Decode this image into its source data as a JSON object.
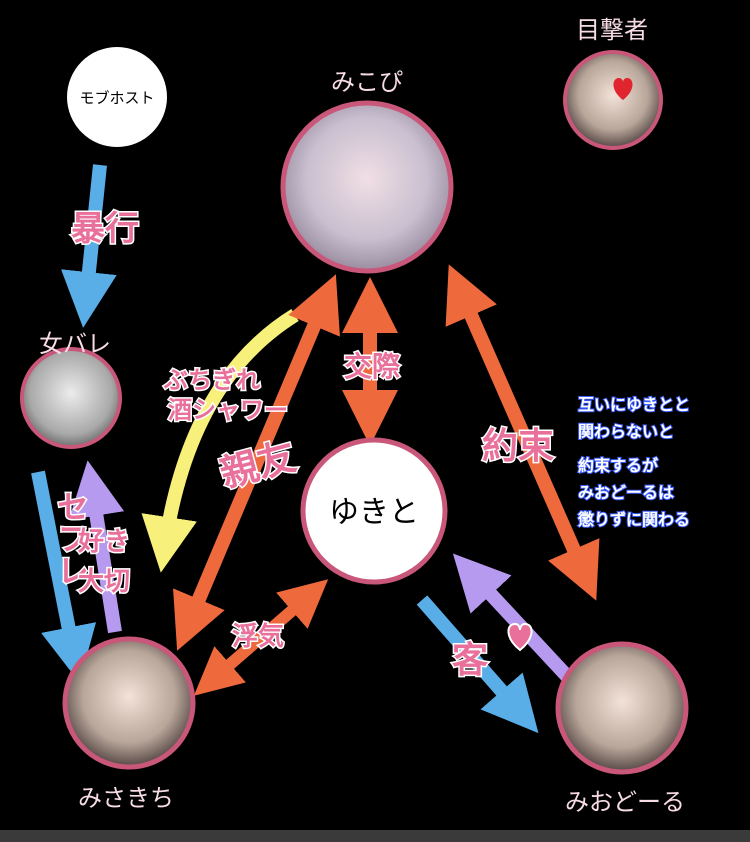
{
  "nodes": {
    "mob_host": "モブホスト",
    "mikopi": "みこぴ",
    "witness": "目撃者",
    "onnabare": "女バレ",
    "yukito": "ゆきと",
    "misakichi": "みさきち",
    "miodoru": "みおどーる"
  },
  "relations": {
    "assault": "暴行",
    "sefure": "セフレ",
    "suki": "好き",
    "taisetsu": "大切",
    "angry_1": "ぶちぎれ",
    "angry_2": "酒シャワー",
    "best_friend": "親友",
    "dating": "交際",
    "promise": "約束",
    "cheating": "浮気",
    "customer": "客"
  },
  "note": {
    "line1": "互いにゆきとと",
    "line2": "関わらないと",
    "line3": "約束するが",
    "line4": "みおどーるは",
    "line5": "懲りずに関わる"
  },
  "colors": {
    "blue": "#5aaee8",
    "orange": "#ee6a3c",
    "purple": "#b69af0",
    "yellow": "#f7f07a",
    "pink": "#e8709a",
    "ring": "#c8577a"
  }
}
